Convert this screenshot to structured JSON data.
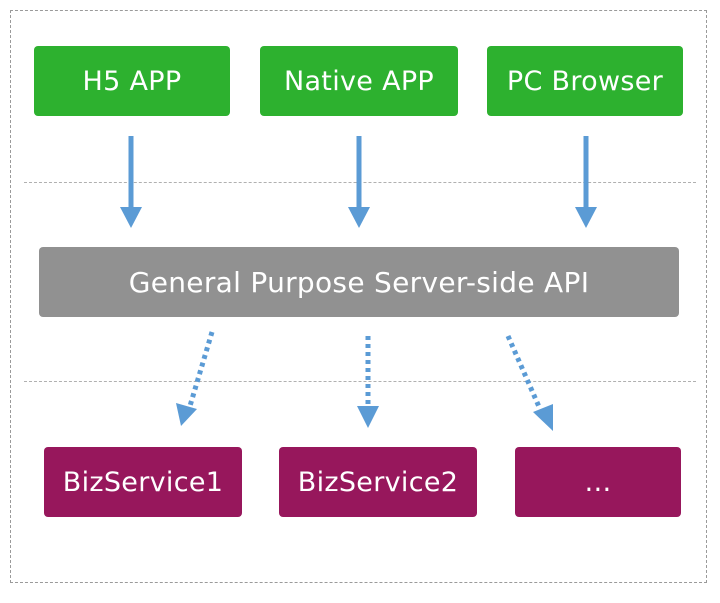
{
  "colors": {
    "client": "#2db12f",
    "api": "#919191",
    "service": "#97175c",
    "arrow": "#5b9bd5"
  },
  "clients": [
    {
      "label": "H5 APP"
    },
    {
      "label": "Native APP"
    },
    {
      "label": "PC Browser"
    }
  ],
  "api": {
    "label": "General Purpose Server-side API"
  },
  "services": [
    {
      "label": "BizService1"
    },
    {
      "label": "BizService2"
    },
    {
      "label": "…"
    }
  ]
}
